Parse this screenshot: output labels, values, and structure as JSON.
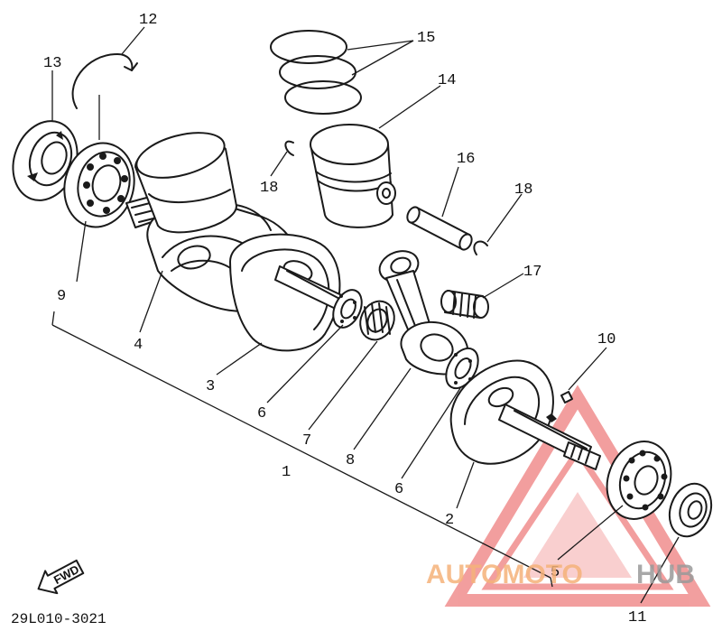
{
  "labels": {
    "p1": "1",
    "p2": "2",
    "p3": "3",
    "p4": "4",
    "p5": "5",
    "p6a": "6",
    "p6b": "6",
    "p7": "7",
    "p8": "8",
    "p9": "9",
    "p10": "10",
    "p11": "11",
    "p12": "12",
    "p13": "13",
    "p14": "14",
    "p15": "15",
    "p16": "16",
    "p17": "17",
    "p18a": "18",
    "p18b": "18"
  },
  "fwd_label": "FWD",
  "diagram_code": "29L010-3021",
  "watermark": {
    "part1": "AUTOMOTO",
    "part2": "HUB",
    "color1": "#f5b27a",
    "color2": "#9a9a9a",
    "logo_color": "#e85050"
  }
}
